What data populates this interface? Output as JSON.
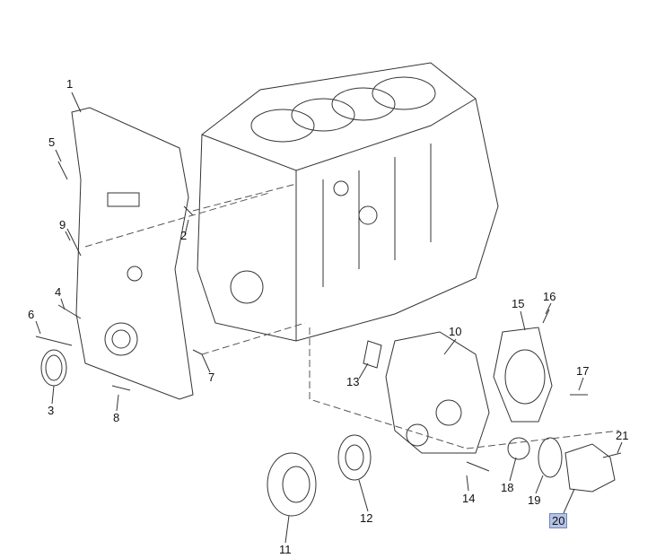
{
  "diagram": {
    "highlight_color": "#b4c3e6",
    "labels": [
      {
        "id": "1",
        "text": "1"
      },
      {
        "id": "2",
        "text": "2"
      },
      {
        "id": "3",
        "text": "3"
      },
      {
        "id": "4",
        "text": "4"
      },
      {
        "id": "5",
        "text": "5"
      },
      {
        "id": "6",
        "text": "6"
      },
      {
        "id": "7",
        "text": "7"
      },
      {
        "id": "8",
        "text": "8"
      },
      {
        "id": "9",
        "text": "9"
      },
      {
        "id": "10",
        "text": "10"
      },
      {
        "id": "11",
        "text": "11"
      },
      {
        "id": "12",
        "text": "12"
      },
      {
        "id": "13",
        "text": "13"
      },
      {
        "id": "14",
        "text": "14"
      },
      {
        "id": "15",
        "text": "15"
      },
      {
        "id": "16",
        "text": "16"
      },
      {
        "id": "17",
        "text": "17"
      },
      {
        "id": "18",
        "text": "18"
      },
      {
        "id": "19",
        "text": "19"
      },
      {
        "id": "20",
        "text": "20",
        "highlighted": true
      },
      {
        "id": "21",
        "text": "21"
      }
    ]
  }
}
